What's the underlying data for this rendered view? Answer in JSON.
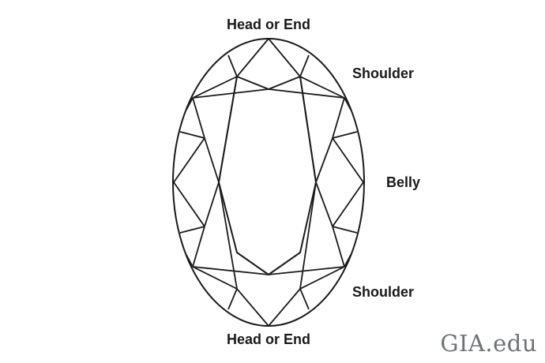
{
  "labels": {
    "top": "Head or End",
    "shoulder_top": "Shoulder",
    "belly": "Belly",
    "shoulder_bottom": "Shoulder",
    "bottom": "Head or End"
  },
  "logo": {
    "text": "GIA.edu",
    "color": "#6f7376"
  },
  "colors": {
    "stroke": "#1a1a1a",
    "background": "#ffffff"
  }
}
